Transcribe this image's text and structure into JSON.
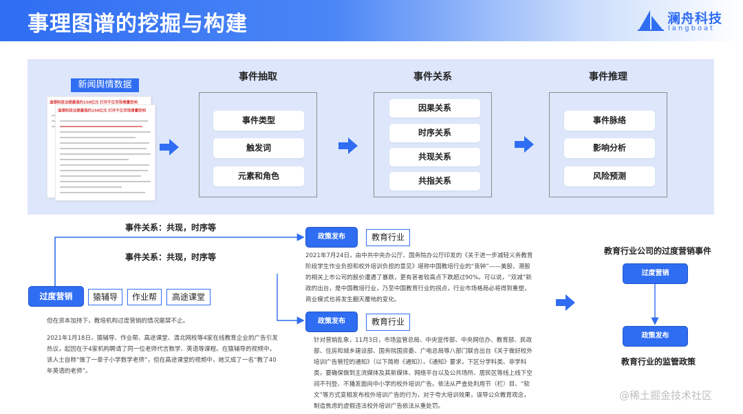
{
  "header": {
    "title": "事理图谱的挖掘与构建",
    "logo_text": "澜舟科技",
    "logo_sub": "langboat"
  },
  "pipeline": {
    "source_label": "新闻舆情数据",
    "doc_headline": "追想科技业绩暴涨约150亿元 打开千亿市场增量空间",
    "columns": [
      {
        "title": "事件抽取",
        "items": [
          "事件类型",
          "触发词",
          "元素和角色"
        ]
      },
      {
        "title": "事件关系",
        "items": [
          "因果关系",
          "时序关系",
          "共现关系",
          "共指关系"
        ]
      },
      {
        "title": "事件推理",
        "items": [
          "事件脉络",
          "影响分析",
          "风险预测"
        ]
      }
    ]
  },
  "graph": {
    "relation_label_1": "事件关系：共现，时序等",
    "relation_label_2": "事件关系：共现，时序等",
    "center_event": "过度营销",
    "entities": [
      "猿辅导",
      "作业帮",
      "高途课堂"
    ],
    "center_caption": "但在资本加持下，教培机构过度营销的情况屡禁不止。",
    "center_paragraph": "2021年1月18日，猿辅导、作业帮、高途课堂、清北网校等4家在线教育企业的广告引发热议，起因在于4家机构聘请了同一位老师代言数学、英语等课程。在猿辅导的视频中，该人士自称“做了一辈子小学数学老师”，但在高途课堂的视频中，她又成了一名“教了40年英语的老师”。",
    "node1": {
      "event": "政策发布",
      "industry": "教育行业"
    },
    "node1_paragraph": "2021年7月24日，由中共中央办公厅、国务院办公厅印发的《关于进一步减轻义务教育阶段学生作业负担和校外培训负担的意见》堪称中国教培行业的“丧钟”——美股、港股的相关上市公司的股价遭遇了暴跌，更有甚者较高点下跌超过90%。可以说，“双减”新政的出台，是中国教培行业，乃至中国教育行业的拐点，行业市场格局必将得到重塑，商业模式也将发生翻天覆地的变化。",
    "node2": {
      "event": "政策发布",
      "industry": "教育行业"
    },
    "node2_paragraph": "针对营销乱象，11月3日，市场监管总局、中央宣传部、中央网信办、教育部、民政部、住房和城乡建设部、国务院国资委、广电总局等八部门联合出台《关于做好校外培训广告管控的通知》（以下简称《通知》）。《通知》要求，下区分学科类、非学科类，要确保做到主流媒体及其新媒体、网络平台以及公共场所、居民区等线上线下空间不刊登、不播发面向中小学的校外培训广告。依法从严查处利用节（栏）目、“软文”等方式变相发布校外培训广告的行为，对于夸大培训效果，误导公众教育观念，制造焦虑的虚假违法校外培训广告依法从重处罚。"
  },
  "summary": {
    "top_caption": "教育行业公司的过度营销事件",
    "box1": "过度营销",
    "box2": "政策发布",
    "bottom_caption": "教育行业的监管政策"
  },
  "watermark": "@稀土掘金技术社区",
  "colors": {
    "accent": "#2f6df2",
    "panel": "#dde6fb"
  }
}
